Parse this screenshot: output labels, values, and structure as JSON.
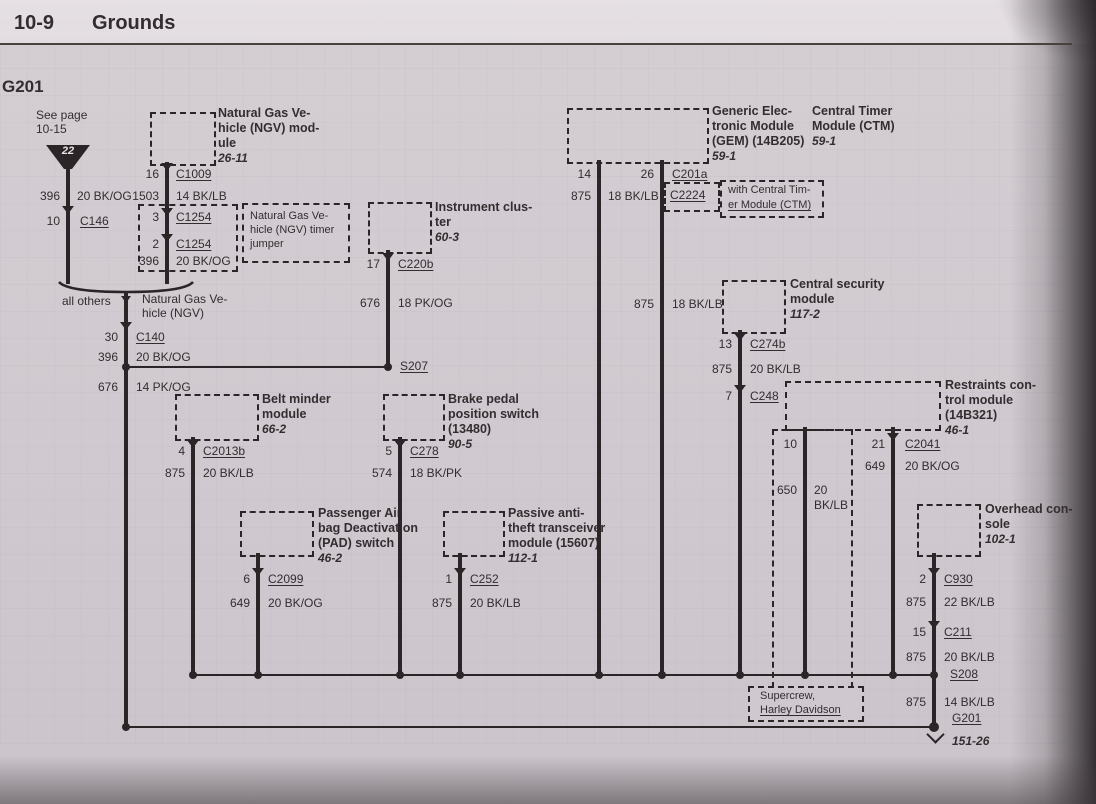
{
  "colors": {
    "paper": "#d0cad0",
    "ink": "#332d30"
  },
  "header": {
    "page_number": "10-9",
    "title": "Grounds",
    "ground_section": "G201"
  },
  "see_page": {
    "line1": "See page",
    "line2": "10-15",
    "arrow_number": "22"
  },
  "chain_a": {
    "circuit": "396",
    "wire": "20 BK/OG",
    "pin": "10",
    "connector": "C146"
  },
  "ngv_module": {
    "l1": "Natural Gas Ve-",
    "l2": "hicle (NGV) mod-",
    "l3": "ule",
    "ref": "26-11",
    "pin16": "16",
    "c1009": "C1009",
    "circ1503": "1503",
    "wire1503": "14 BK/LB",
    "pin3": "3",
    "c1254a": "C1254",
    "pin2": "2",
    "c1254b": "C1254",
    "circ396": "396",
    "wire396": "20 BK/OG"
  },
  "timer_jumper": {
    "l1": "Natural Gas Ve-",
    "l2": "hicle (NGV) timer",
    "l3": "jumper"
  },
  "branch": {
    "left": "all others",
    "r1": "Natural Gas Ve-",
    "r2": "hicle (NGV)"
  },
  "main_chain": {
    "pin30": "30",
    "c140": "C140",
    "circ396": "396",
    "wire396": "20 BK/OG",
    "circ676": "676",
    "wire676": "14 PK/OG"
  },
  "splice_s207": {
    "label": "S207"
  },
  "belt_minder": {
    "l1": "Belt minder",
    "l2": "module",
    "ref": "66-2",
    "pin": "4",
    "connector": "C2013b",
    "circuit": "875",
    "wire": "20 BK/LB"
  },
  "pad_switch": {
    "l1": "Passenger Air",
    "l2": "bag Deactivation",
    "l3": "(PAD) switch",
    "ref": "46-2",
    "pin": "6",
    "connector": "C2099",
    "circuit": "649",
    "wire": "20 BK/OG"
  },
  "cluster": {
    "l1": "Instrument clus-",
    "l2": "ter",
    "ref": "60-3",
    "pin": "17",
    "connector": "C220b",
    "circuit": "676",
    "wire": "18 PK/OG"
  },
  "brake_switch": {
    "l1": "Brake pedal",
    "l2": "position switch",
    "l3": "(13480)",
    "ref": "90-5",
    "pin": "5",
    "connector": "C278",
    "circuit": "574",
    "wire": "18 BK/PK"
  },
  "theft_module": {
    "l1": "Passive anti-",
    "l2": "theft transceiver",
    "l3": "module (15607)",
    "ref": "112-1",
    "pin": "1",
    "connector": "C252",
    "circuit": "875",
    "wire": "20 BK/LB"
  },
  "gem": {
    "l1": "Generic Elec-",
    "l2": "tronic Module",
    "l3": "(GEM) (14B205)",
    "ref": "59-1",
    "pin14": "14",
    "pin26": "26",
    "c201a": "C201a",
    "circ_left": "875",
    "wire_left": "18 BK/LB",
    "c2224": "C2224",
    "note1": "with Central Tim-",
    "note2": "er Module (CTM)",
    "circ_right": "875",
    "wire_right": "18 BK/LB"
  },
  "ctm": {
    "l1": "Central Timer",
    "l2": "Module (CTM)",
    "ref": "59-1"
  },
  "security": {
    "l1": "Central security",
    "l2": "module",
    "ref": "117-2",
    "pin13": "13",
    "c274b": "C274b",
    "circuit": "875",
    "wire": "20 BK/LB",
    "pin7": "7",
    "c248": "C248"
  },
  "restraints": {
    "l1": "Restraints con-",
    "l2": "trol module",
    "l3": "(14B321)",
    "ref": "46-1",
    "pin10": "10",
    "pin21": "21",
    "c2041": "C2041",
    "circ649": "649",
    "wire649": "20 BK/OG",
    "circ650": "650",
    "wire650a": "20",
    "wire650b": "BK/LB"
  },
  "supercrew": {
    "l1": "Supercrew,",
    "l2": "Harley Davidson"
  },
  "console": {
    "l1": "Overhead con-",
    "l2": "sole",
    "ref": "102-1",
    "pin2": "2",
    "c930": "C930",
    "circ930": "875",
    "wire930": "22 BK/LB",
    "pin15": "15",
    "c211": "C211",
    "circ211": "875",
    "wire211": "20 BK/LB"
  },
  "splice_s208": {
    "label": "S208",
    "circuit": "875",
    "wire": "14 BK/LB"
  },
  "ground": {
    "label": "G201",
    "ref": "151-26"
  }
}
